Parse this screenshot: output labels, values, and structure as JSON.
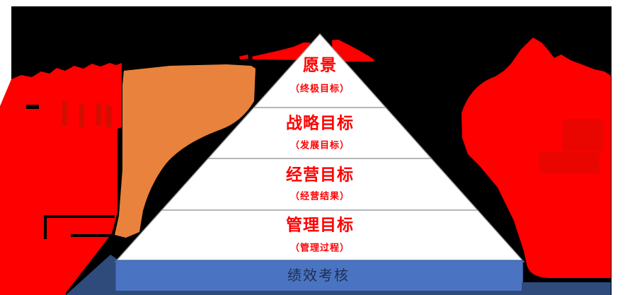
{
  "pyramid": {
    "levels": [
      {
        "label": "愿景",
        "sublabel": "（终极目标）"
      },
      {
        "label": "战略目标",
        "sublabel": "（发展目标）"
      },
      {
        "label": "经营目标",
        "sublabel": "（经营结果）"
      },
      {
        "label": "管理目标",
        "sublabel": "（管理过程）"
      }
    ]
  },
  "base_bar": {
    "label": "绩效考核"
  },
  "colors": {
    "arrow_red": "#fe0000",
    "arrow_red_dark": "#c41300",
    "arrow_orange": "#e8823c",
    "bar_blue": "#4a74c1",
    "bar_border": "#3e5fa5",
    "base_dark_blue": "#2e4b7c",
    "pyramid_fill": "#ffffff",
    "pyramid_border": "#979797",
    "level_text_red": "#ff0000",
    "bar_text_navy": "#1c2e54",
    "background_transparent": "#000000",
    "margin_white": "#ffffff"
  }
}
